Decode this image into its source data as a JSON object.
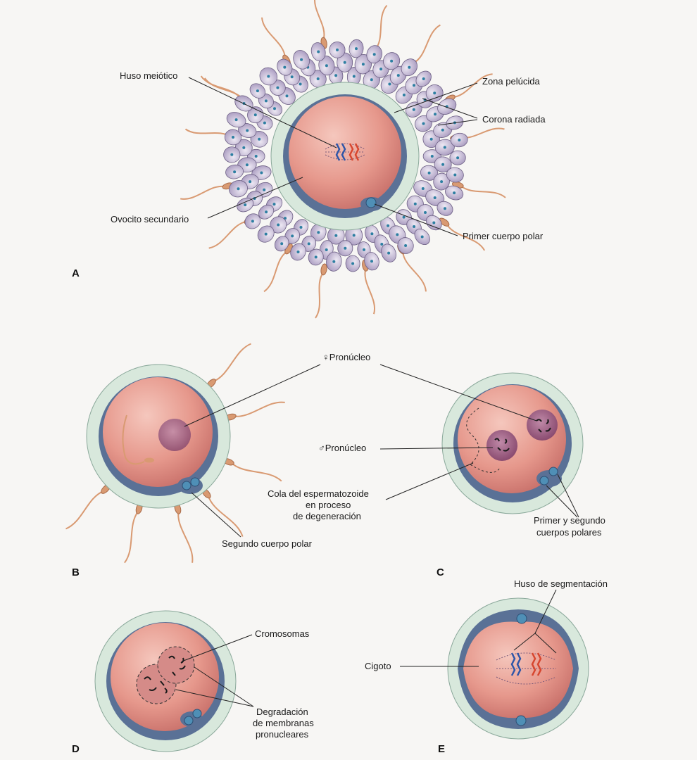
{
  "panels": {
    "a": "A",
    "b": "B",
    "c": "C",
    "d": "D",
    "e": "E"
  },
  "labels": {
    "huso_meiotico": "Huso meiótico",
    "zona_pelucida": "Zona pelúcida",
    "corona_radiada": "Corona radiada",
    "ovocito_secundario": "Ovocito secundario",
    "primer_cuerpo_polar": "Primer cuerpo polar",
    "pronucleo_femenino": "♀Pronúcleo",
    "pronucleo_masculino": "♂Pronúcleo",
    "cola_espermatozoide_1": "Cola del espermatozoide",
    "cola_espermatozoide_2": "en proceso",
    "cola_espermatozoide_3": "de degeneración",
    "primer_segundo_1": "Primer y segundo",
    "primer_segundo_2": "cuerpos polares",
    "segundo_cuerpo_polar": "Segundo cuerpo polar",
    "cromosomas": "Cromosomas",
    "degradacion_1": "Degradación",
    "degradacion_2": "de membranas",
    "degradacion_3": "pronucleares",
    "huso_segmentacion": "Huso de segmentación",
    "cigoto": "Cigoto"
  },
  "colors": {
    "zona": "#d8e8dc",
    "membrane": "#5a7196",
    "cytoplasm": "#e49a8e",
    "cytoplasm_light": "#f2c2b6",
    "corona_cell": "#c9bfd8",
    "corona_edge": "#6c5f84",
    "nucleus_dot": "#2d7fa2",
    "sperm": "#d99a72",
    "polar_body": "#4f8fb6",
    "spindle_blue": "#2f56a8",
    "spindle_red": "#d7462f",
    "pronucleus": "#9a5a80"
  }
}
